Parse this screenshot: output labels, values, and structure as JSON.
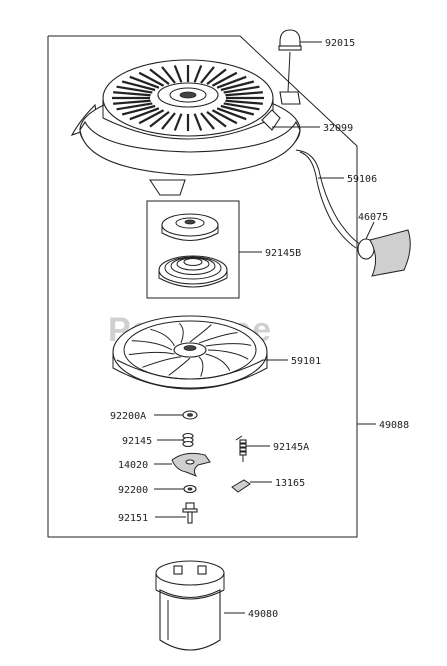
{
  "watermark": "PartsTree",
  "labels": {
    "p92015": "92015",
    "p32099": "32099",
    "p59106": "59106",
    "p46075": "46075",
    "p92145B": "92145B",
    "p59101": "59101",
    "p92200A": "92200A",
    "p49088": "49088",
    "p92145": "92145",
    "p92145A": "92145A",
    "p14020": "14020",
    "p13165": "13165",
    "p92200": "92200",
    "p92151": "92151",
    "p49080": "49080"
  }
}
